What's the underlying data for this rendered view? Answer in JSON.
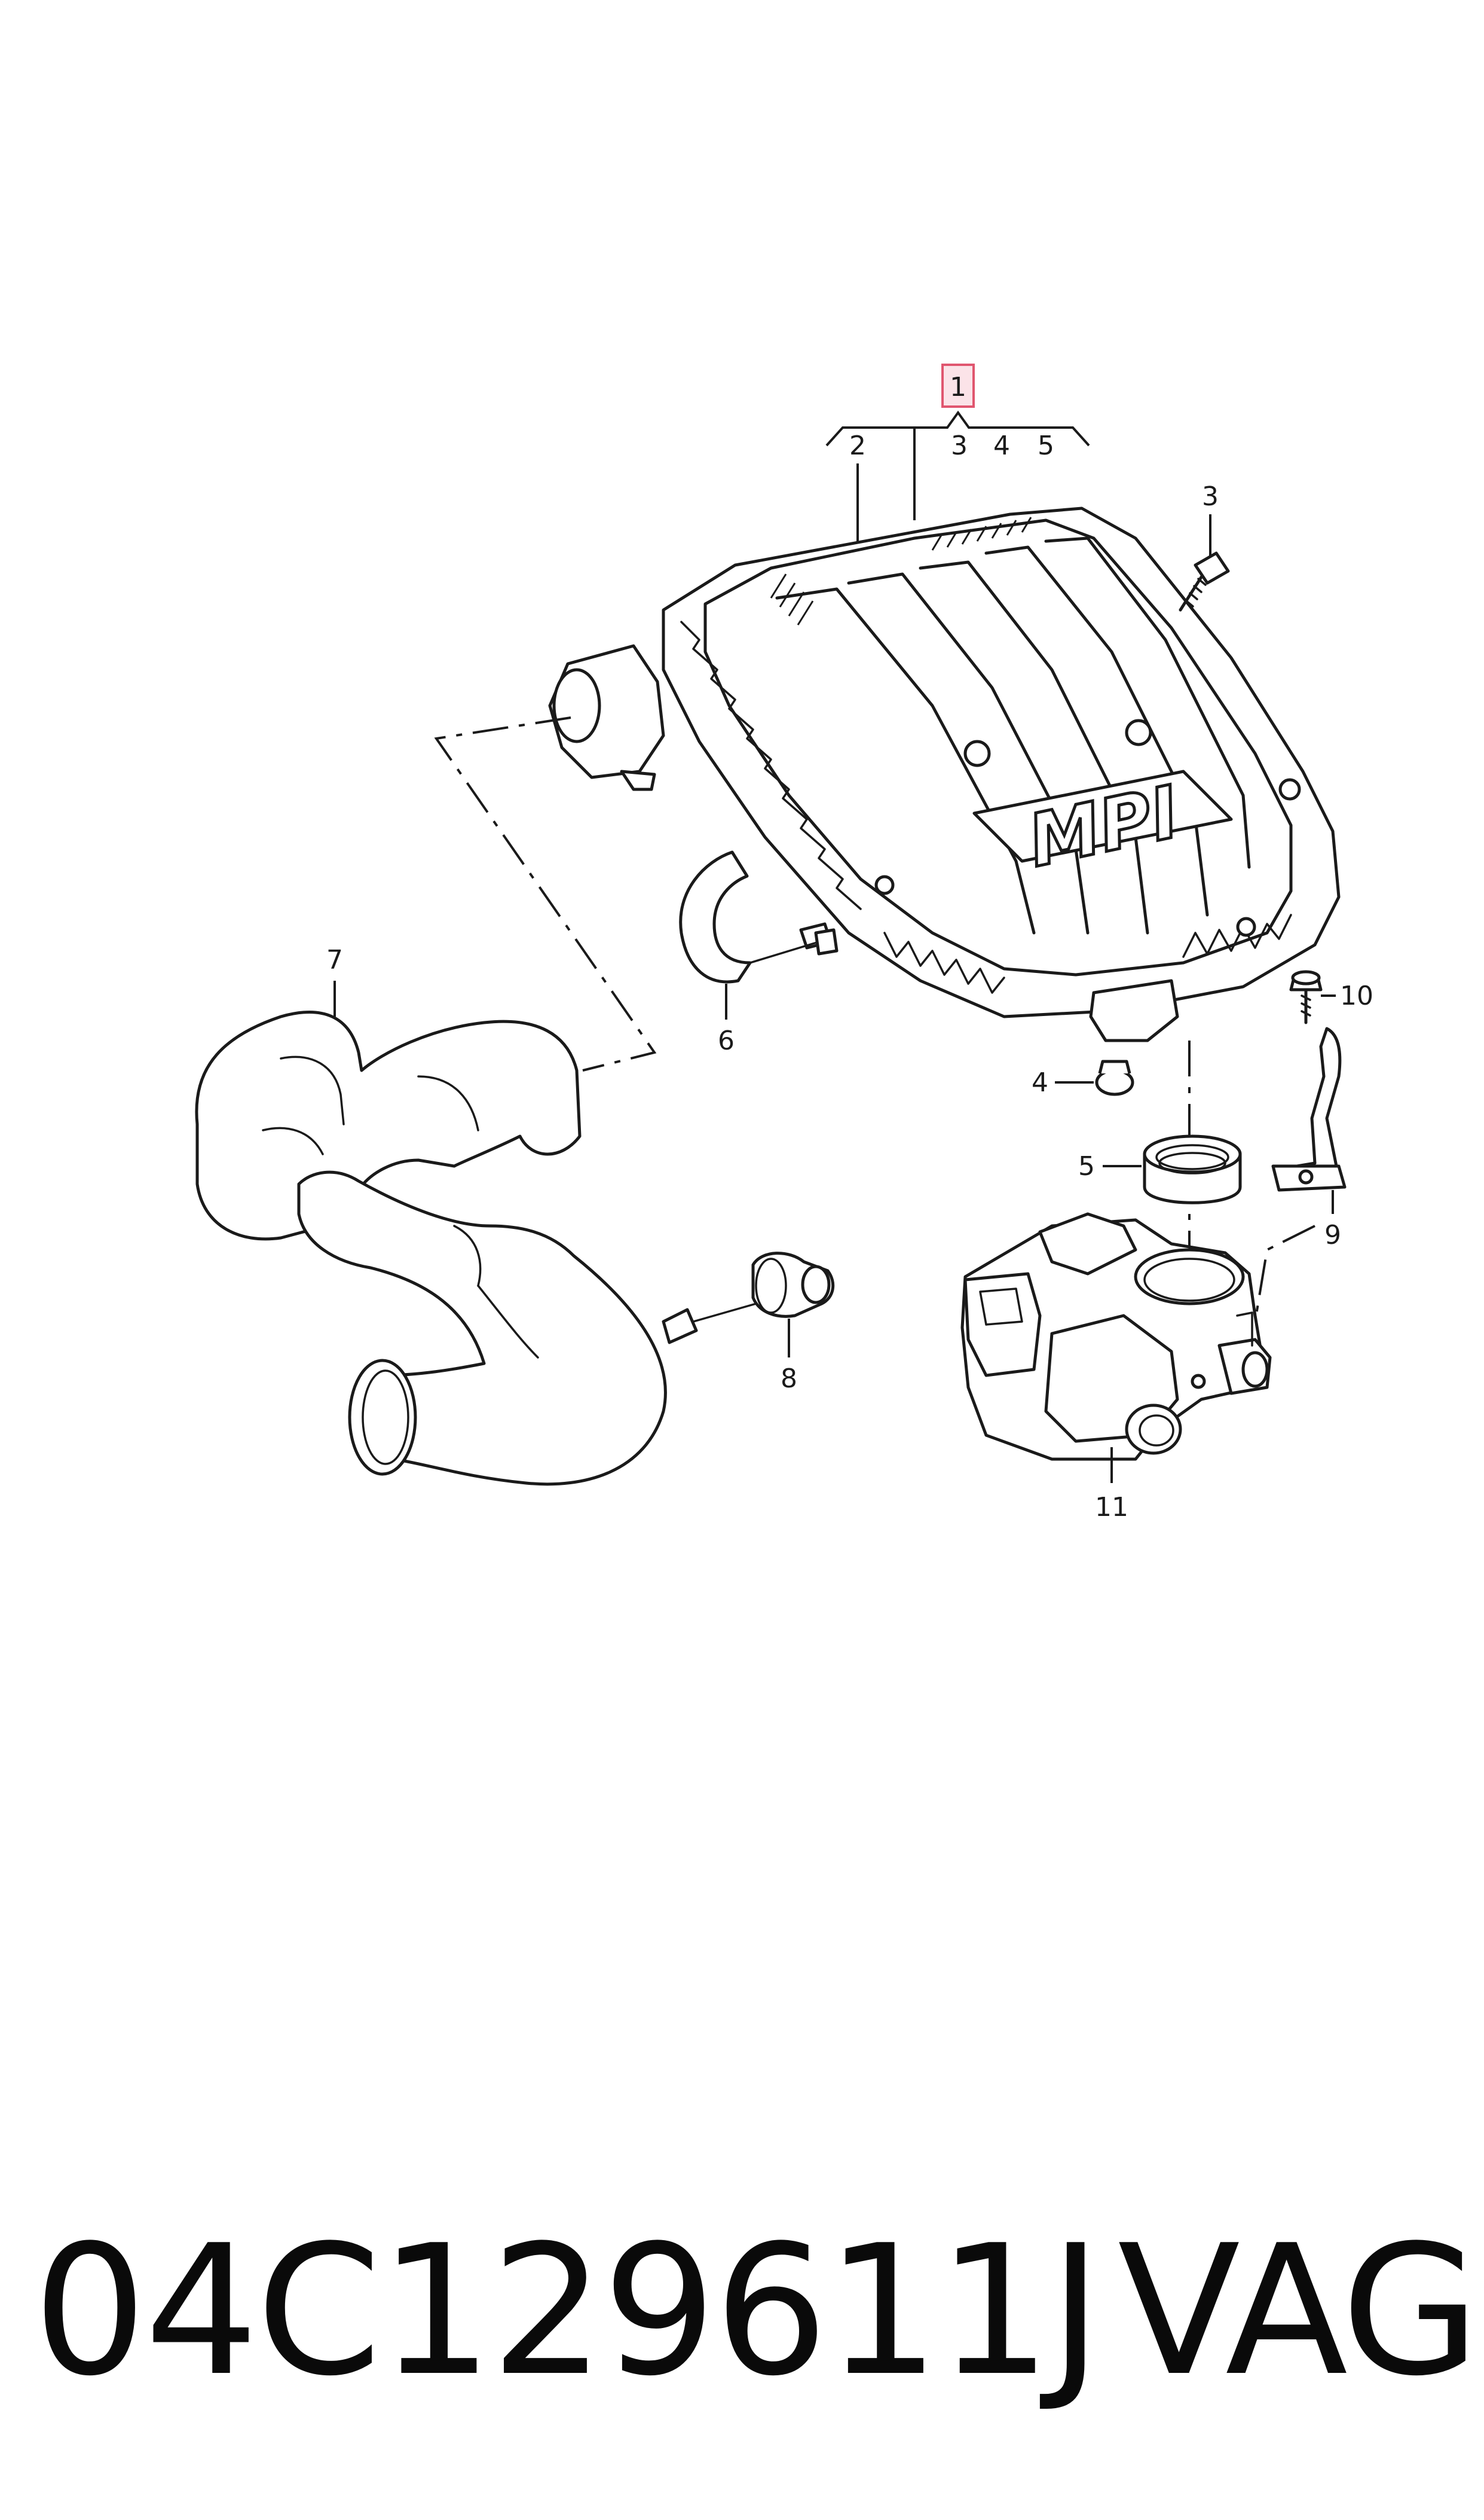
{
  "callouts": {
    "c1": "1",
    "c2": "2",
    "c3_group": "3",
    "c4_group": "4",
    "c5_group": "5",
    "c3": "3",
    "c4": "4",
    "c5": "5",
    "c6": "6",
    "c7": "7",
    "c8": "8",
    "c9": "9",
    "c10": "10",
    "c11": "11"
  },
  "logo_text": "MPI",
  "part_number": "04C129611J",
  "brand": "VAG",
  "colors": {
    "highlight_fill": "#fbe3e8",
    "highlight_stroke": "#e0566f",
    "ink": "#1a1a1a"
  }
}
